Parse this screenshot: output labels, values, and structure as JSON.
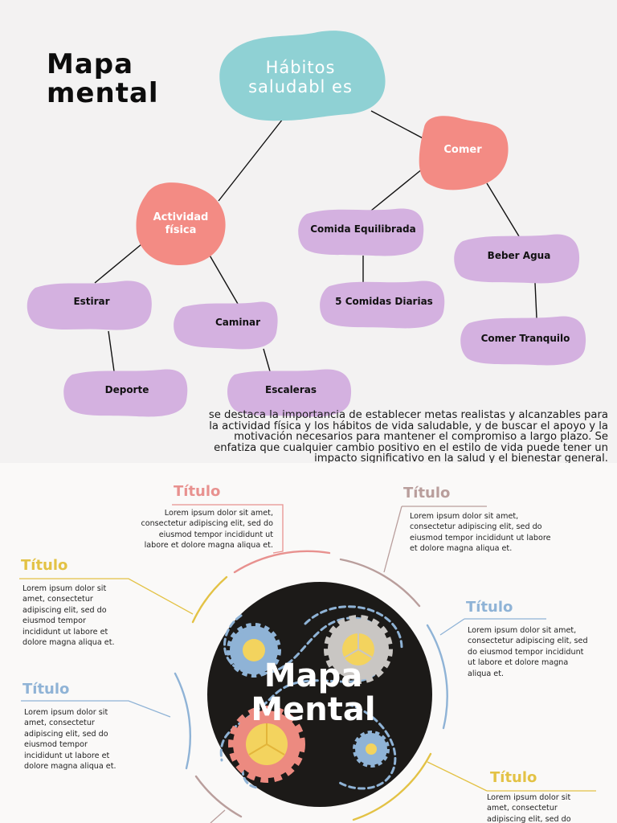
{
  "title": "Mapa mental",
  "nodes": {
    "root": "Hábitos saludabl es",
    "actividad": "Actividad física",
    "comer": "Comer",
    "estirar": "Estirar",
    "caminar": "Caminar",
    "deporte": "Deporte",
    "escaleras": "Escaleras",
    "comida_equilibrada": "Comida Equilibrada",
    "cinco_comidas": "5 Comidas Diarias",
    "beber_agua": "Beber Agua",
    "comer_tranquilo": "Comer Tranquilo"
  },
  "paragraph": "se destaca la importancia de establecer metas realistas y alcanzables para la actividad física y los hábitos de vida saludable, y de buscar el apoyo y la motivación necesarios para mantener el compromiso a largo plazo. Se enfatiza que cualquier cambio positivo en el estilo de vida puede tener un impacto significativo en la salud y el bienestar general.",
  "radial": {
    "center_label": "Mapa Mental",
    "items": [
      {
        "title": "Título",
        "text": "Lorem ipsum dolor sit amet, consectetur adipiscing elit, sed do eiusmod tempor incididunt ut labore et dolore magna aliqua et.",
        "color": "#e8918f"
      },
      {
        "title": "Título",
        "text": "Lorem ipsum dolor sit amet, consectetur adipiscing elit, sed do eiusmod tempor incididunt ut labore et dolore magna aliqua et.",
        "color": "#b99e9c"
      },
      {
        "title": "Título",
        "text": "Lorem ipsum dolor sit amet, consectetur adipiscing elit, sed do eiusmod tempor incididunt ut labore et dolore magna aliqua et.",
        "color": "#e3c245"
      },
      {
        "title": "Título",
        "text": "Lorem ipsum dolor sit amet, consectetur adipiscing elit, sed do eiusmod tempor incididunt ut labore et dolore magna aliqua et.",
        "color": "#8fb3d6"
      },
      {
        "title": "Título",
        "text": "Lorem ipsum dolor sit amet, consectetur adipiscing elit, sed do eiusmod tempor incididunt ut labore et dolore magna aliqua et.",
        "color": "#8fb3d6"
      },
      {
        "title": "Título",
        "text": "Lorem ipsum dolor sit amet, consectetur adipiscing elit, sed do",
        "color": "#e3c245"
      }
    ]
  },
  "colors": {
    "teal": "#8fd1d4",
    "salmon": "#f38b84",
    "lilac": "#d4b1e0",
    "dark": "#1c1a18",
    "gear_blue": "#8fb3d6",
    "gear_gray": "#c9c6c3",
    "gear_yellow": "#f3d35e",
    "gear_pink": "#ec8a80"
  }
}
